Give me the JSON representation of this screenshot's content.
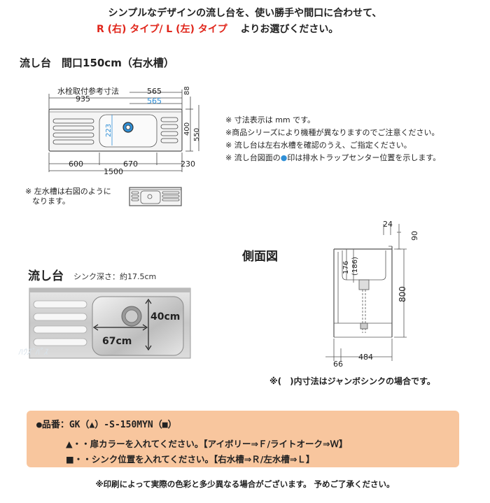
{
  "header": {
    "line1": "シンプルなデザインの流し台を、使い勝手や間口に合わせて、",
    "type_red": "R (右) タイプ/ L (左) タイプ",
    "type_rest": "よりお選びください。"
  },
  "plan": {
    "title": "流し台　間口150cm（右水槽）",
    "faucet_label": "水栓取付参考寸法",
    "dims": {
      "w935": "935",
      "w565a": "565",
      "w565b": "565",
      "h88": "88",
      "h400": "400",
      "h550": "550",
      "v223": "223",
      "w600": "600",
      "w670": "670",
      "w230": "230",
      "w1500": "1500"
    },
    "notes": [
      "※ 寸法表示は mm です。",
      "※商品シリーズにより機種が異なりますのでご注意ください。",
      "※ 流し台は左右水槽を確認のうえ、ご指定ください。"
    ],
    "note4_pre": "※ 流し台図面の",
    "note4_mark": "●",
    "note4_post": "印は排水トラップセンター位置を示します。",
    "left_note_1": "※ 左水槽は右図のように",
    "left_note_2": "なります。"
  },
  "side": {
    "title": "側面図",
    "dims": {
      "d24": "24",
      "d90": "90",
      "d176": "176",
      "d186": "(186)",
      "d800": "800",
      "d66": "66",
      "d484": "484"
    },
    "jumbo_note": "※(　)内寸法はジャンボシンクの場合です。"
  },
  "sink_photo": {
    "title": "流し台",
    "subtitle": "シンク深さ：約17.5cm",
    "dim_h": "40cm",
    "dim_w": "67cm",
    "watermark": "ﾊｳｽﾞﾊﾟｽ"
  },
  "product": {
    "line1": "●品番：GK（▲）-S-150MYN（■）",
    "line2": "▲・・扉カラーを入れてください。【アイボリー⇒Ｆ/ライトオーク⇒Ｗ】",
    "line3": "■・・シンク位置を入れてください。【右水槽⇒Ｒ/左水槽⇒Ｌ】"
  },
  "colors": {
    "accent_red": "#e0261b",
    "dim_blue": "#2f8fd6",
    "product_bg": "#f8c69e"
  },
  "footer": "※印刷によって実際の色彩と多少異なる場合がございます。 予めご了承ください。"
}
